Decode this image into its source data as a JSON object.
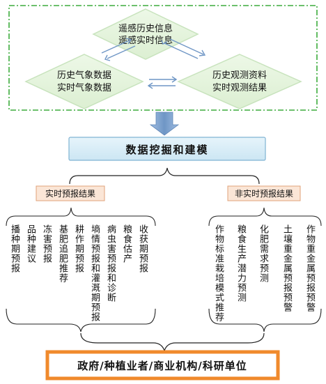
{
  "top_sources": {
    "top": [
      "遥感历史信息",
      "遥感实时信息"
    ],
    "left": [
      "历史气象数据",
      "实时气象数据"
    ],
    "right": [
      "历史观测资料",
      "实时观测结果"
    ]
  },
  "core": "数据挖掘和建模",
  "realtime_label": "实时预报结果",
  "nonrealtime_label": "非实时预报结果",
  "realtime_items": [
    "播种期预报",
    "品种建议",
    "冻害预报",
    "基肥追肥推荐",
    "耕作期预报",
    "墒情预报和灌溉期预报",
    "病虫害预报和诊断",
    "粮食估产",
    "收获期预报"
  ],
  "nonrealtime_items": [
    "作物标准栽培模式推荐",
    "粮食生产潜力预测",
    "化肥需求预测",
    "土壤重金属预报预警",
    "作物重金属预报预警"
  ],
  "users": "政府/种植业者/商业机构/科研单位",
  "colors": {
    "dash_border": "#3cab3c",
    "diamond_fill": "#e4f3dd",
    "diamond_edge": "#c8e3bd",
    "arrow_blue": "#6f96c5",
    "core_fill": "#d6ecf6",
    "core_edge": "#7fb3d3",
    "label_fill": "#fbe6d7",
    "label_edge": "#e0a27a",
    "users_edge": "#f08a2c"
  }
}
